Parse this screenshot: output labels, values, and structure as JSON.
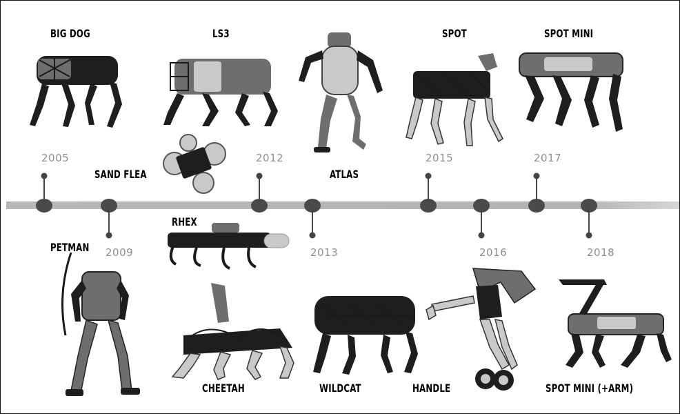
{
  "timeline": {
    "years_above": [
      {
        "year": "2005",
        "label": "BIG DOG"
      },
      {
        "year": "2012",
        "label": "LS3"
      },
      {
        "year": "2015",
        "label": "SPOT"
      },
      {
        "year": "2017",
        "label": "SPOT MINI"
      }
    ],
    "years_below": [
      {
        "year": "2009",
        "label": "PETMAN"
      },
      {
        "year": "2013",
        "label": "WILDCAT"
      },
      {
        "year": "2016",
        "label": "HANDLE"
      },
      {
        "year": "2018",
        "label": "SPOT MINI (+ARM)"
      }
    ]
  },
  "labels": {
    "big_dog": "BIG DOG",
    "ls3": "LS3",
    "atlas": "ATLAS",
    "spot": "SPOT",
    "spot_mini": "SPOT MINI",
    "sand_flea": "SAND FLEA",
    "petman": "PETMAN",
    "rhex": "RHEX",
    "cheetah": "CHEETAH",
    "wildcat": "WILDCAT",
    "handle": "HANDLE",
    "spot_mini_arm": "SPOT MINI (+ARM)"
  },
  "years": {
    "y2005": "2005",
    "y2009": "2009",
    "y2012": "2012",
    "y2013": "2013",
    "y2015": "2015",
    "y2016": "2016",
    "y2017": "2017",
    "y2018": "2018"
  }
}
